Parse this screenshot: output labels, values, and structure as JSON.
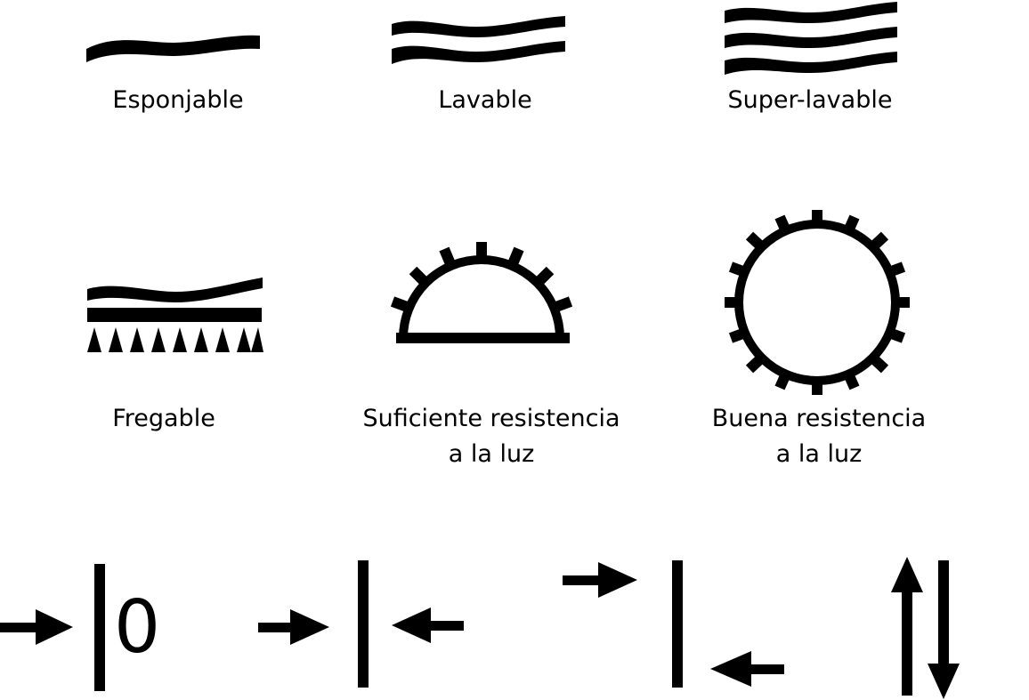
{
  "symbols": [
    {
      "icon": "sponge-wave-icon",
      "label": "Esponjable"
    },
    {
      "icon": "double-wave-icon",
      "label": "Lavable"
    },
    {
      "icon": "triple-wave-icon",
      "label": "Super-lavable"
    },
    {
      "icon": "scrub-brush-icon",
      "label": "Fregable"
    },
    {
      "icon": "half-sun-icon",
      "label_line1": "Suficiente resistencia",
      "label_line2": "a la luz"
    },
    {
      "icon": "full-sun-icon",
      "label_line1": "Buena resistencia",
      "label_line2": "a la luz"
    }
  ],
  "pattern_marks": [
    {
      "icon": "arrow-to-bar-zero-icon",
      "text": "0"
    },
    {
      "icon": "arrows-facing-bar-icon"
    },
    {
      "icon": "offset-arrows-bar-icon"
    },
    {
      "icon": "up-down-arrows-icon"
    }
  ]
}
